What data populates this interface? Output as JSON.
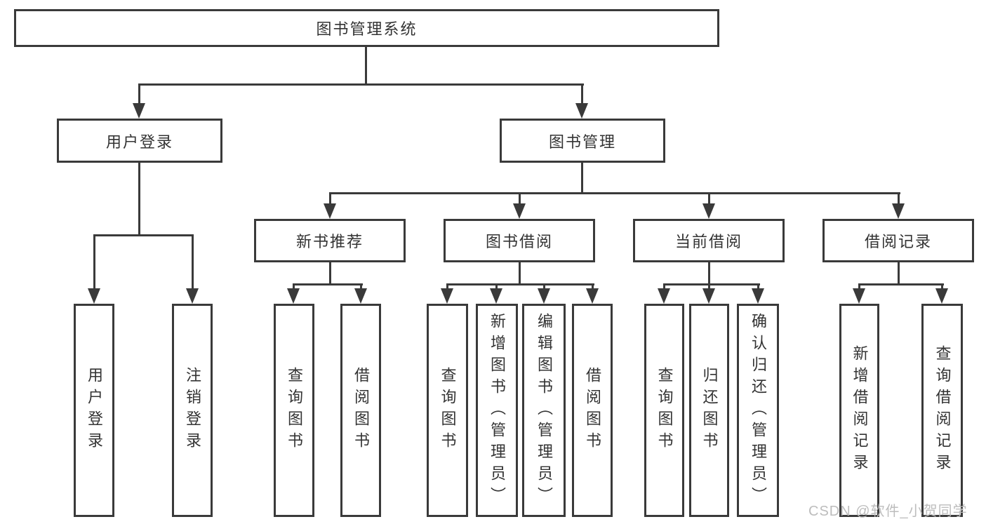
{
  "diagram": {
    "root": {
      "label": "图书管理系统"
    },
    "user_login_branch": {
      "label": "用户登录",
      "leaves": [
        "用户登录",
        "注销登录"
      ]
    },
    "book_mgmt_branch": {
      "label": "图书管理"
    },
    "modules": [
      {
        "label": "新书推荐",
        "leaves": [
          "查询图书",
          "借阅图书"
        ]
      },
      {
        "label": "图书借阅",
        "leaves": [
          "查询图书",
          "新增图书（管理员）",
          "编辑图书（管理员）",
          "借阅图书"
        ]
      },
      {
        "label": "当前借阅",
        "leaves": [
          "查询图书",
          "归还图书",
          "确认归还（管理员）"
        ]
      },
      {
        "label": "借阅记录",
        "leaves": [
          "新增借阅记录",
          "查询借阅记录"
        ]
      }
    ]
  },
  "watermark": "CSDN @软件_小贺同学"
}
